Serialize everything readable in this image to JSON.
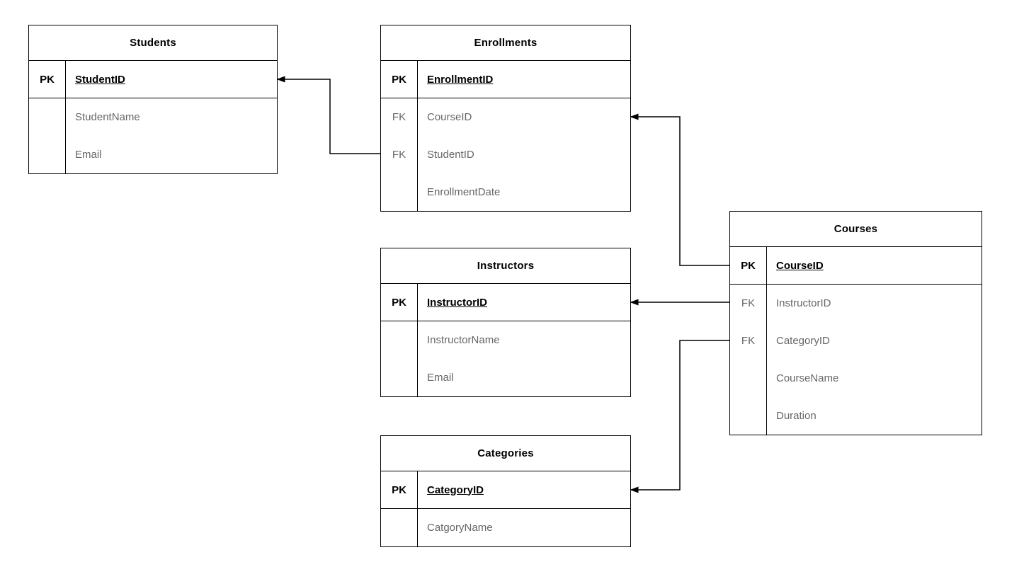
{
  "diagram": {
    "type": "entity-relationship",
    "background_color": "#ffffff",
    "line_color": "#000000",
    "header_text_color": "#000000",
    "pk_text_color": "#000000",
    "attr_text_color": "#666666"
  },
  "tables": [
    {
      "title": "Students",
      "rows": [
        {
          "key": "PK",
          "name": "StudentID"
        },
        {
          "key": "",
          "name": "StudentName"
        },
        {
          "key": "",
          "name": "Email"
        }
      ]
    },
    {
      "title": "Enrollments",
      "rows": [
        {
          "key": "PK",
          "name": "EnrollmentID"
        },
        {
          "key": "FK",
          "name": "CourseID"
        },
        {
          "key": "FK",
          "name": "StudentID"
        },
        {
          "key": "",
          "name": "EnrollmentDate"
        }
      ]
    },
    {
      "title": "Instructors",
      "rows": [
        {
          "key": "PK",
          "name": "InstructorID"
        },
        {
          "key": "",
          "name": "InstructorName"
        },
        {
          "key": "",
          "name": "Email"
        }
      ]
    },
    {
      "title": "Categories",
      "rows": [
        {
          "key": "PK",
          "name": "CategoryID"
        },
        {
          "key": "",
          "name": "CatgoryName"
        }
      ]
    },
    {
      "title": "Courses",
      "rows": [
        {
          "key": "PK",
          "name": "CourseID"
        },
        {
          "key": "FK",
          "name": "InstructorID"
        },
        {
          "key": "FK",
          "name": "CategoryID"
        },
        {
          "key": "",
          "name": "CourseName"
        },
        {
          "key": "",
          "name": "Duration"
        }
      ]
    }
  ],
  "connectors": [
    {
      "from": "Enrollments.StudentID",
      "to": "Students.StudentID"
    },
    {
      "from": "Courses.CourseID",
      "to": "Enrollments.CourseID"
    },
    {
      "from": "Courses.InstructorID",
      "to": "Instructors.InstructorID"
    },
    {
      "from": "Courses.CategoryID",
      "to": "Categories.CategoryID"
    }
  ]
}
